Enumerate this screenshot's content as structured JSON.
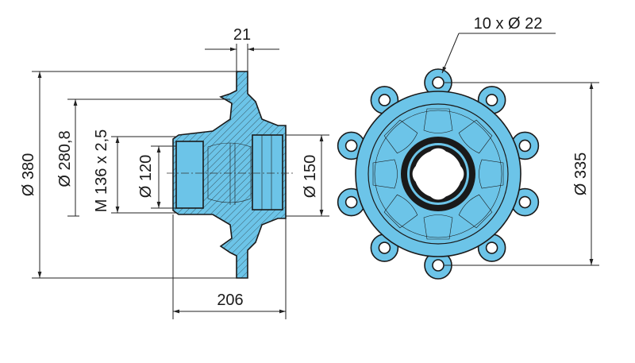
{
  "drawing": {
    "part_color": "#6cc4e8",
    "dimensions": {
      "flange_diameter": "Ø 380",
      "pitch_diameter": "Ø 280,8",
      "thread": "M 136 x 2,5",
      "bore_diameter": "Ø 120",
      "hub_diameter": "Ø 150",
      "flange_width": "21",
      "overall_length": "206",
      "bolt_circle": "Ø 335",
      "bolt_holes": "10 x Ø 22"
    }
  }
}
